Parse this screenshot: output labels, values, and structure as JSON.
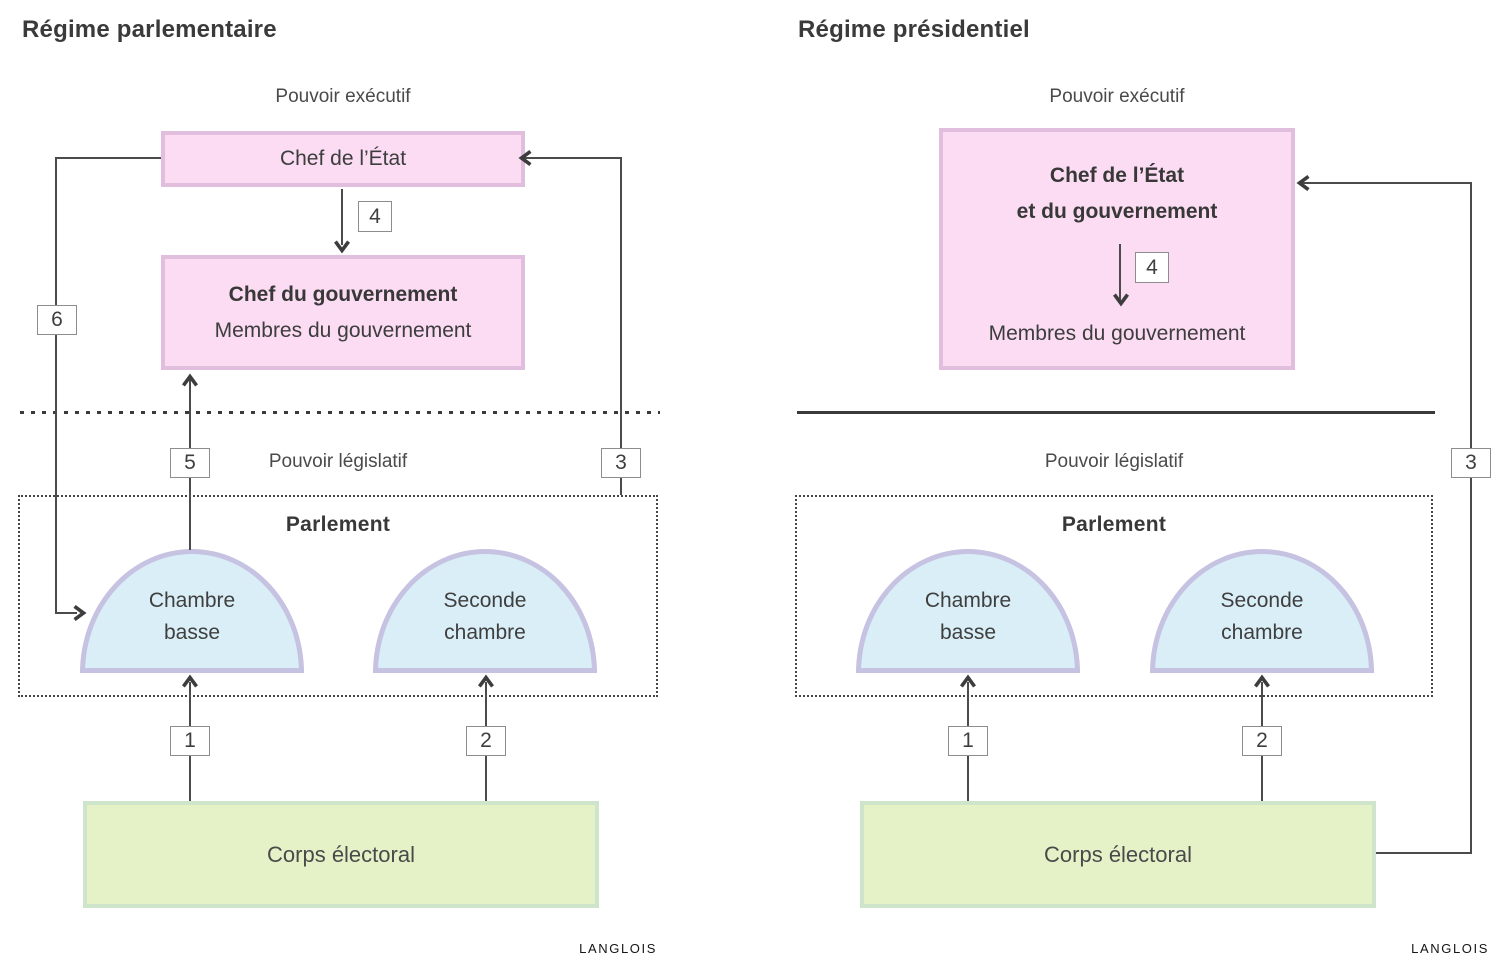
{
  "colors": {
    "pink-fill": "#fbdcf2",
    "pink-border": "#e2bede",
    "dome-fill": "#d9eef6",
    "dome-border": "#c6c2e1",
    "green-fill": "#e5f2c8",
    "green-border": "#cfe5cb",
    "line": "#4b4b4b",
    "text": "#3f3f3f"
  },
  "icons": {
    "arrowhead-icon": "chevron"
  },
  "left": {
    "title": "Régime parlementaire",
    "executive_label": "Pouvoir exécutif",
    "head_of_state": "Chef de l’État",
    "head_of_government": "Chef du gouvernement",
    "government_members": "Membres du gouvernement",
    "legislative_label": "Pouvoir législatif",
    "parliament": "Parlement",
    "lower_chamber_l1": "Chambre",
    "lower_chamber_l2": "basse",
    "second_chamber_l1": "Seconde",
    "second_chamber_l2": "chambre",
    "electorate": "Corps électoral",
    "credit": "LANGLOIS",
    "badge1": "1",
    "badge2": "2",
    "badge3": "3",
    "badge4": "4",
    "badge5": "5",
    "badge6": "6"
  },
  "right": {
    "title": "Régime présidentiel",
    "executive_label": "Pouvoir exécutif",
    "head_of_state_l1": "Chef de l’État",
    "head_of_state_l2": "et du gouvernement",
    "government_members": "Membres du gouvernement",
    "legislative_label": "Pouvoir législatif",
    "parliament": "Parlement",
    "lower_chamber_l1": "Chambre",
    "lower_chamber_l2": "basse",
    "second_chamber_l1": "Seconde",
    "second_chamber_l2": "chambre",
    "electorate": "Corps électoral",
    "credit": "LANGLOIS",
    "badge1": "1",
    "badge2": "2",
    "badge3": "3",
    "badge4": "4"
  }
}
